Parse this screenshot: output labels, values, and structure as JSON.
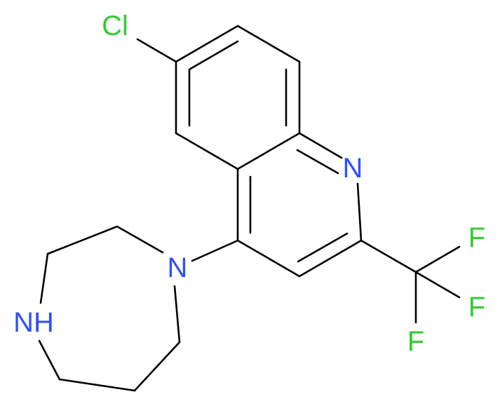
{
  "colors": {
    "bond": "#000000",
    "Cl": "#33cc33",
    "N": "#3050f8",
    "F": "#33cc33"
  },
  "atoms": {
    "chlorine": "Cl",
    "ring_nitrogen": "N",
    "diazepane_nitrogen": "N",
    "amine": "NH",
    "fluorine_1": "F",
    "fluorine_2": "F",
    "fluorine_3": "F"
  }
}
